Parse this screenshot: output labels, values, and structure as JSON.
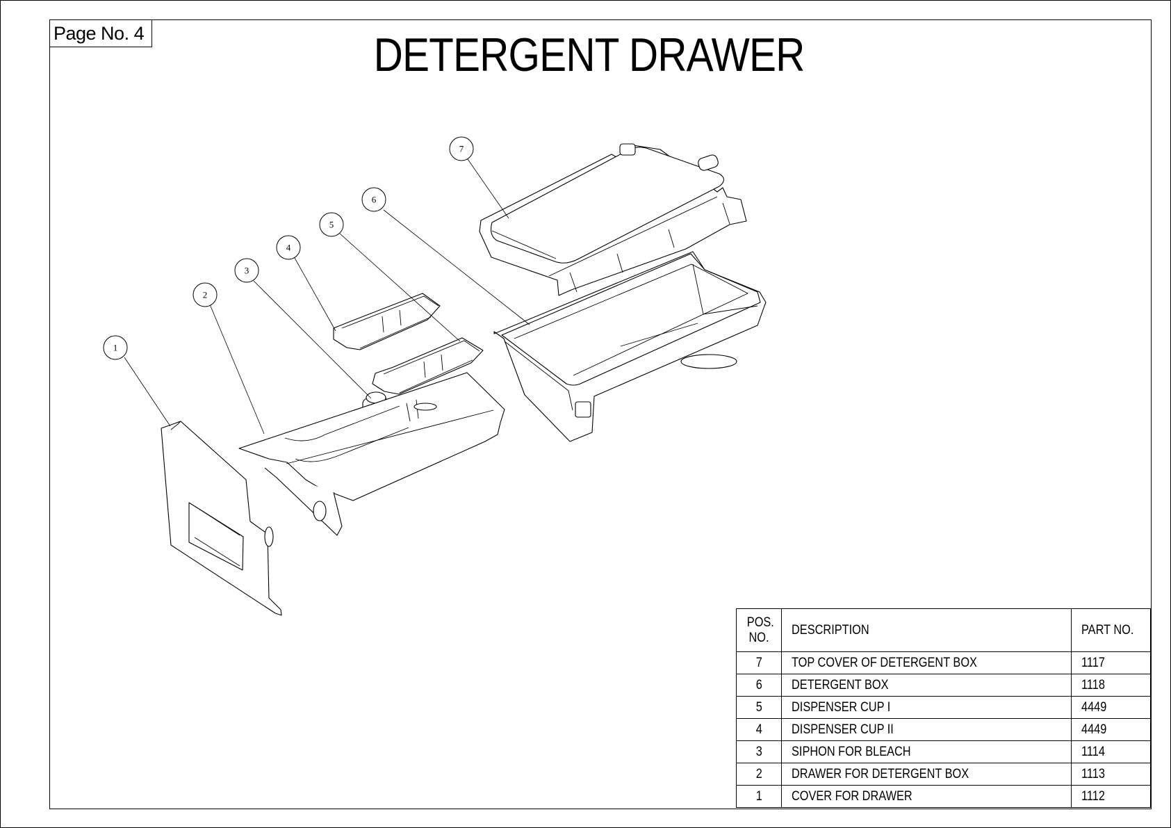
{
  "page": {
    "page_no": "Page No. 4",
    "title": "DETERGENT DRAWER"
  },
  "balloons": [
    "1",
    "2",
    "3",
    "4",
    "5",
    "6",
    "7"
  ],
  "parts_table": {
    "headers": {
      "pos": "POS. NO.",
      "description": "DESCRIPTION",
      "part_no": "PART NO."
    },
    "rows": [
      {
        "pos": "7",
        "description": "TOP COVER OF DETERGENT BOX",
        "part_no": "1117"
      },
      {
        "pos": "6",
        "description": "DETERGENT BOX",
        "part_no": "1118"
      },
      {
        "pos": "5",
        "description": "DISPENSER CUP I",
        "part_no": "4449"
      },
      {
        "pos": "4",
        "description": "DISPENSER CUP II",
        "part_no": "4449"
      },
      {
        "pos": "3",
        "description": "SIPHON FOR BLEACH",
        "part_no": "1114"
      },
      {
        "pos": "2",
        "description": "DRAWER FOR DETERGENT BOX",
        "part_no": "1113"
      },
      {
        "pos": "1",
        "description": "COVER FOR DRAWER",
        "part_no": "1112"
      }
    ]
  }
}
